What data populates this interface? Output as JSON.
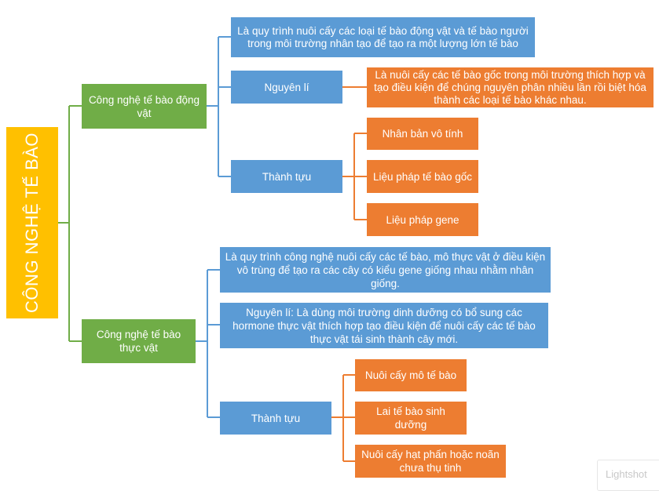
{
  "root": {
    "label": "CÔNG NGHỆ TẾ BÀO"
  },
  "animal": {
    "label": "Công nghệ tế bào động vật",
    "definition": "Là quy trình nuôi cấy các loại tế bào động vật và tế bào người trong môi trường nhân tạo để tạo ra một lượng lớn tế bào",
    "principle_label": "Nguyên lí",
    "principle_text": "Là nuôi cấy các tế bào gốc trong môi trường thích hợp và tạo điều kiện để chúng nguyên phân nhiều lần rồi biệt hóa thành các loại tế bào khác nhau.",
    "achievements_label": "Thành tựu",
    "achievements": [
      "Nhân bản vô tính",
      "Liệu pháp tế bào gốc",
      "Liệu pháp gene"
    ]
  },
  "plant": {
    "label": "Công nghệ tế bào thực vật",
    "definition": "Là quy trình công nghệ nuôi cấy các tế bào, mô thực vật ở điều kiện vô trùng để tạo ra các cây có kiểu gene giống nhau nhằm nhân giống.",
    "principle_text": "Nguyên lí: Là dùng môi trường dinh dưỡng có bổ sung các hormone thực vật thích hợp tạo điều kiện để nuôi cấy các tế bào thực vật tái sinh thành cây mới.",
    "achievements_label": "Thành tựu",
    "achievements": [
      "Nuôi cấy mô tế bào",
      "Lai tế bào sinh dưỡng",
      "Nuôi cấy hạt phấn hoặc noãn chưa thụ tinh"
    ]
  },
  "watermark": "Lightshot",
  "colors": {
    "root": "#ffc000",
    "branch": "#70ad47",
    "concept": "#5b9bd5",
    "detail": "#ed7d31",
    "connector_green": "#70ad47",
    "connector_blue": "#5b9bd5",
    "connector_orange": "#ed7d31"
  }
}
